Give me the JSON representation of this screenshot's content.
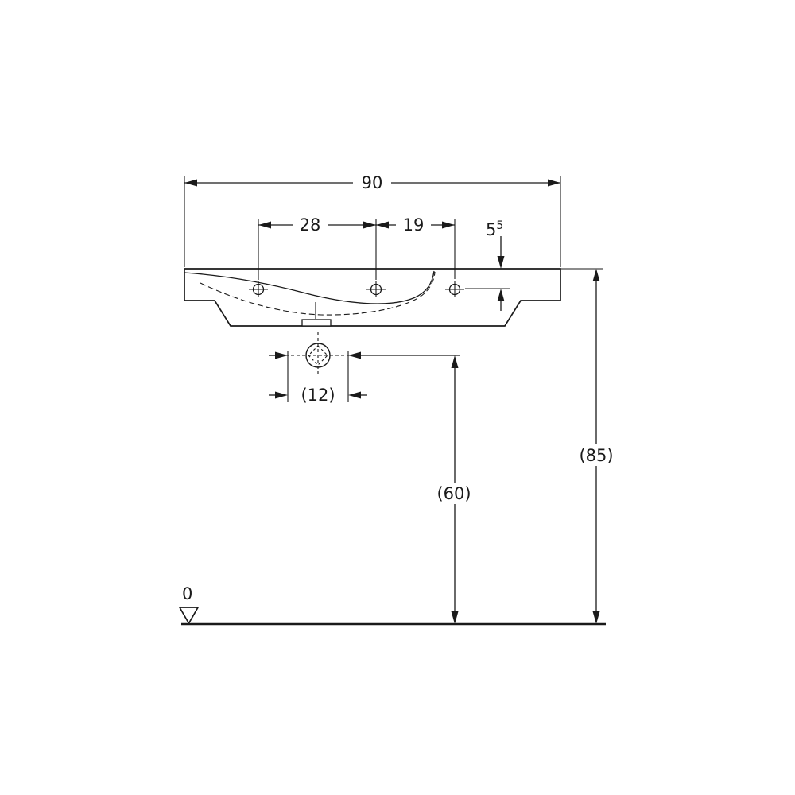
{
  "drawing": {
    "labels": {
      "overall_width": "90",
      "hole_spacing_left": "28",
      "hole_spacing_right": "19",
      "rim_to_holes_value": "5",
      "rim_to_holes_sup": "5",
      "drain_offset": "(12)",
      "drain_height": "(60)",
      "rim_height": "(85)",
      "datum_level": "0"
    },
    "colors": {
      "line": "#1a1a1a",
      "background": "#ffffff"
    }
  }
}
